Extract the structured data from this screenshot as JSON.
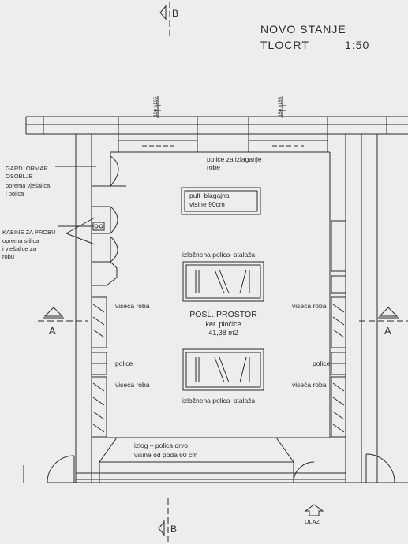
{
  "title": {
    "line1": "NOVO STANJE",
    "line2": "TLOCRT",
    "scale": "1:50"
  },
  "section_markers": {
    "top": "B",
    "bottom": "B",
    "left": "A",
    "right": "A"
  },
  "window_dims": {
    "left": "160 / 165",
    "right": "160 / 165"
  },
  "labels": {
    "shelves_display_line1": "police za izlaganje",
    "shelves_display_line2": "robe",
    "wardrobe_line1": "GARD. ORMAR",
    "wardrobe_line2": "OSOBLJE",
    "wardrobe_line3": "oprema vješalica",
    "wardrobe_line4": "i polica",
    "fitting_line1": "KABINE ZA PROBU",
    "fitting_line2": "oprema stilica",
    "fitting_line3": "i vješalice za",
    "fitting_line4": "robu",
    "counter_line1": "pult–blagajna",
    "counter_line2": "visine 90cm",
    "rack_top": "izložnena polica–stalaža",
    "rack_bottom": "izložnena polica–stalaža",
    "hanging_left_1": "viseća roba",
    "hanging_right_1": "viseća roba",
    "shelves_left": "police",
    "shelves_right": "police",
    "hanging_left_2": "viseća roba",
    "hanging_right_2": "viseća roba",
    "room_name": "POSL. PROSTOR",
    "room_finish": "ker. pločice",
    "room_area": "41,38 m2",
    "shopwindow_line1": "izlog – polica drvo",
    "shopwindow_line2": "visine od poda 60 cm",
    "entrance": "ULAZ"
  },
  "colors": {
    "paper": "#ededeb",
    "ink": "#2b2b2b"
  }
}
